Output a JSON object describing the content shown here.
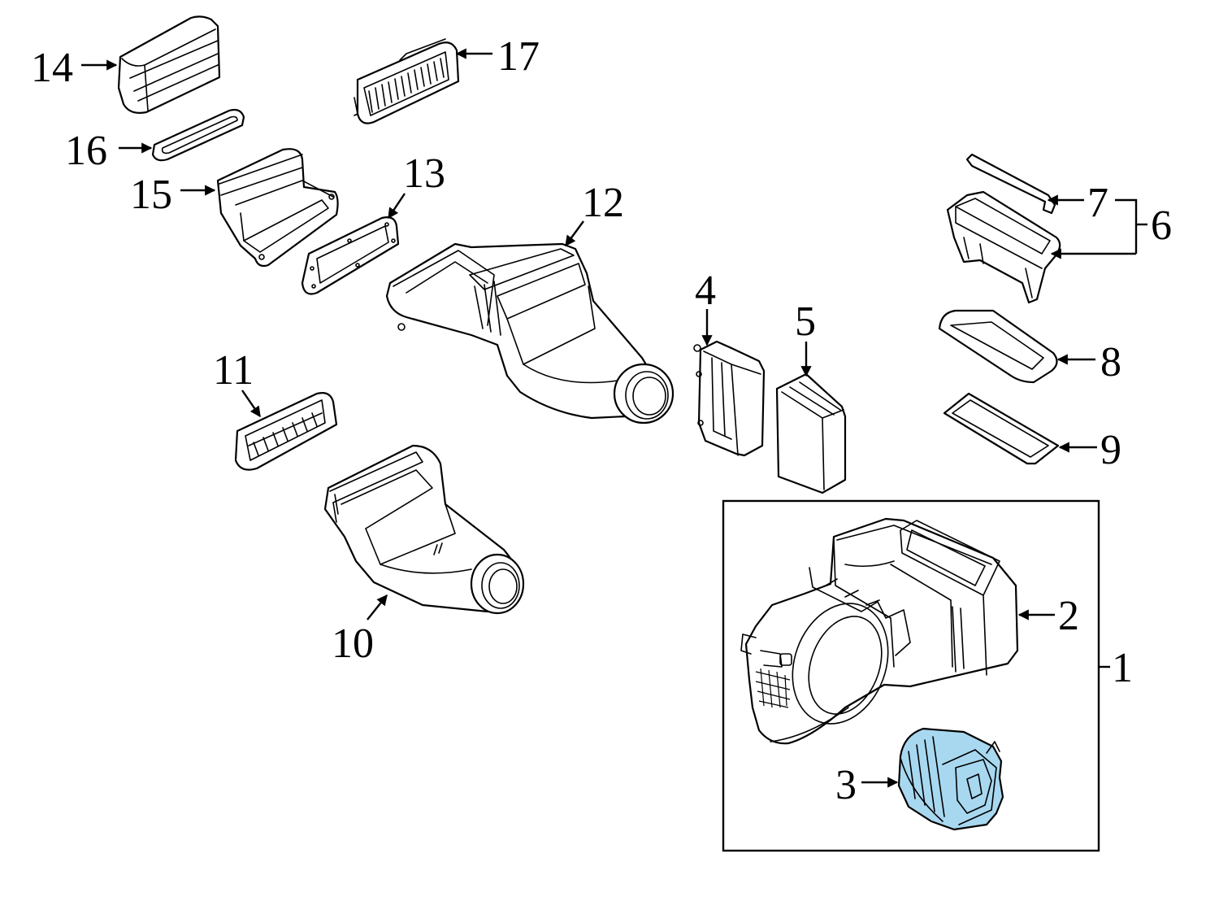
{
  "colors": {
    "line": "#000000",
    "background": "#ffffff",
    "highlight": "#a8d8f0"
  },
  "highlighted_part": "3",
  "callouts": {
    "c1": "1",
    "c2": "2",
    "c3": "3",
    "c4": "4",
    "c5": "5",
    "c6": "6",
    "c7": "7",
    "c8": "8",
    "c9": "9",
    "c10": "10",
    "c11": "11",
    "c12": "12",
    "c13": "13",
    "c14": "14",
    "c15": "15",
    "c16": "16",
    "c17": "17"
  }
}
